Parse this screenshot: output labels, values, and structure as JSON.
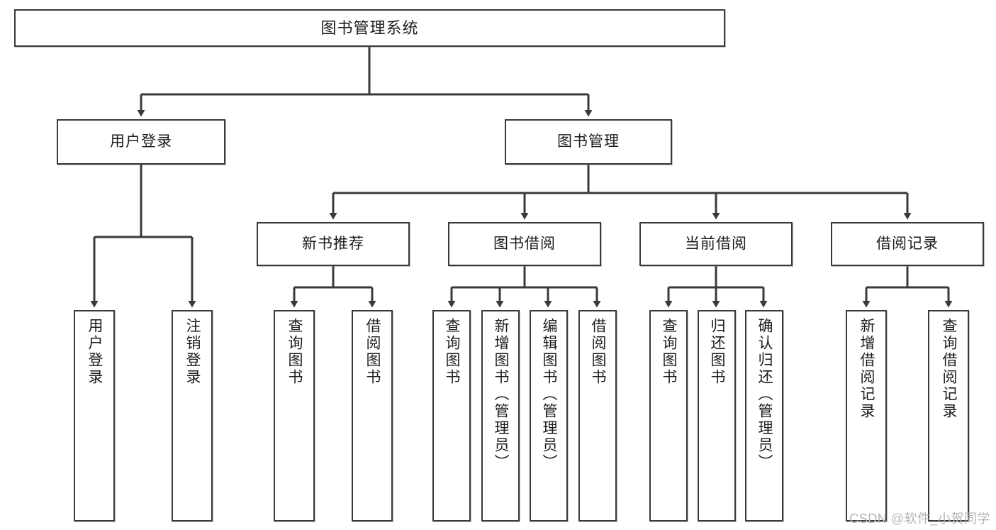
{
  "diagram": {
    "type": "tree",
    "title": "图书管理系统",
    "root": {
      "label": "图书管理系统"
    },
    "level2": [
      {
        "label": "用户登录"
      },
      {
        "label": "图书管理"
      }
    ],
    "level3": [
      {
        "label": "新书推荐"
      },
      {
        "label": "图书借阅"
      },
      {
        "label": "当前借阅"
      },
      {
        "label": "借阅记录"
      }
    ],
    "leaves": {
      "user_login": [
        {
          "label": "用户登录"
        },
        {
          "label": "注销登录"
        }
      ],
      "new_book": [
        {
          "label": "查询图书"
        },
        {
          "label": "借阅图书"
        }
      ],
      "borrow_book": [
        {
          "label": "查询图书"
        },
        {
          "label": "新增图书（管理员）"
        },
        {
          "label": "编辑图书（管理员）"
        },
        {
          "label": "借阅图书"
        }
      ],
      "current_borrow": [
        {
          "label": "查询图书"
        },
        {
          "label": "归还图书"
        },
        {
          "label": "确认归还（管理员）"
        }
      ],
      "borrow_record": [
        {
          "label": "新增借阅记录"
        },
        {
          "label": "查询借阅记录"
        }
      ]
    }
  },
  "watermark": {
    "text": "CSDN @软件_小贺同学"
  },
  "colors": {
    "border": "#3a3a3a",
    "background": "#ffffff",
    "text": "#1c1c1c",
    "watermark": "#b4b4b4"
  }
}
